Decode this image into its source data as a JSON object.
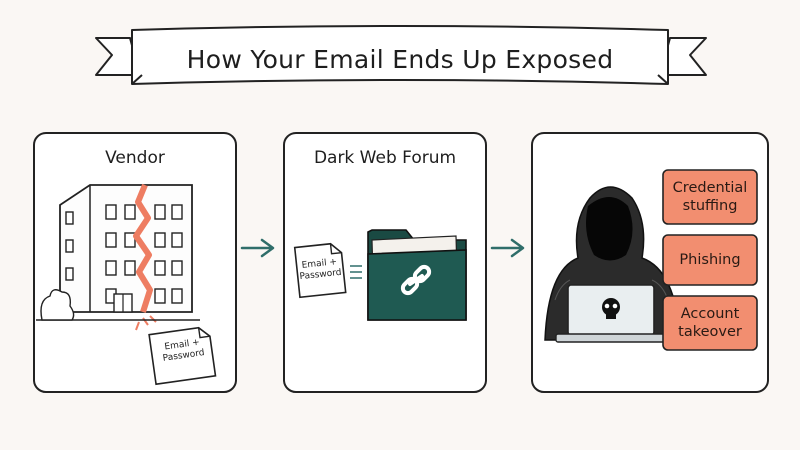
{
  "title": "How Your Email Ends Up Exposed",
  "panels": [
    {
      "title": "Vendor",
      "doc_label": "Email + Password"
    },
    {
      "title": "Dark Web Forum",
      "doc_label": "Email + Password"
    },
    {
      "title": ""
    }
  ],
  "threats": [
    "Credential stuffing",
    "Phishing",
    "Account takeover"
  ],
  "colors": {
    "background": "#faf7f4",
    "ink": "#222222",
    "accent_red": "#ee7d62",
    "tag_fill": "#f28e70",
    "folder_teal": "#1f5a52",
    "arrow_teal": "#2f6e6a",
    "hoodie": "#2b2b2b"
  },
  "icons": [
    "building-crack-icon",
    "document-icon",
    "folder-icon",
    "link-icon",
    "hacker-icon",
    "laptop-icon",
    "skull-icon",
    "arrow-right-icon",
    "bush-icon"
  ]
}
